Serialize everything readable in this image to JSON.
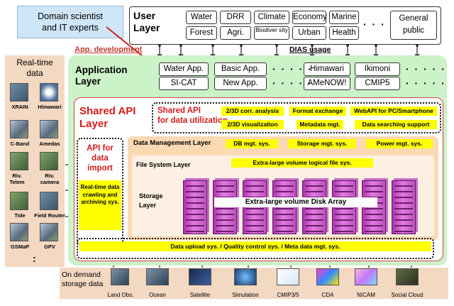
{
  "callout": {
    "line1": "Domain scientist",
    "line2": "and IT experts"
  },
  "user_layer": {
    "title_line1": "User",
    "title_line2": "Layer",
    "row1": [
      "Water",
      "DRR",
      "Climate",
      "Economy",
      "Marine"
    ],
    "row2": [
      "Forest",
      "Agri.",
      "Biodiver sity",
      "Urban",
      "Health"
    ],
    "dots": "· · · · ·",
    "general": "General public"
  },
  "dias_usage": "DIAS usage",
  "app_development": "App. development",
  "realtime": {
    "title_line1": "Real-time",
    "title_line2": "data",
    "items": [
      {
        "label": "XRAIN",
        "icon": "radar-photo"
      },
      {
        "label": "Himawari",
        "icon": "satellite-photo"
      },
      {
        "label": "C-Band",
        "icon": "radar-tower-photo"
      },
      {
        "label": "Amedas",
        "icon": "weather-station-photo"
      },
      {
        "label": "Riv. Telem",
        "icon": "river-photo"
      },
      {
        "label": "Riv. camera",
        "icon": "camera-photo"
      },
      {
        "label": "Tide",
        "icon": "tide-photo"
      },
      {
        "label": "Field Router",
        "icon": "router-photo"
      },
      {
        "label": "GSMaP",
        "icon": "server-photo"
      },
      {
        "label": "GPV",
        "icon": "server-photo"
      }
    ],
    "more": ":"
  },
  "application_layer": {
    "title_line1": "Application",
    "title_line2": "Layer",
    "row1": [
      "Water App.",
      "Basic App.",
      "Himawari",
      "Ikimoni"
    ],
    "row2": [
      "SI-CAT",
      "New App.",
      "AMeNOW!",
      "CMIP5"
    ],
    "dots": "· · · · ·"
  },
  "shared_api": {
    "title_line1": "Shared API",
    "title_line2": "Layer",
    "utilization_line1": "Shared API",
    "utilization_line2": "for data utilization",
    "tags": [
      "2/3D corr. analysis",
      "Format exchange",
      "WebAPI for PC/Smartphone",
      "2/3D visualization",
      "Metadata mgt.",
      "Data searching support"
    ]
  },
  "import": {
    "title_line1": "API for",
    "title_line2": "data",
    "title_line3": "import",
    "crawl": "Real-time data crawling and archiving sys."
  },
  "data_management": {
    "title": "Data Management Layer",
    "tags": [
      "DB mgt. sys.",
      "Storage mgt. sys.",
      "Power mgt. sys."
    ]
  },
  "file_system": {
    "title": "File System Layer",
    "tag": "Extra-large volume logical file sys."
  },
  "storage": {
    "title_line1": "Storage",
    "title_line2": "Layer",
    "disk": "Extra-large volume Disk Array",
    "rack_count": 8
  },
  "upload": "Data upload sys. / Quality control sys. / Meta data mgt. sys.",
  "on_demand": {
    "title_line1": "On demand",
    "title_line2": "storage data",
    "items": [
      "Land Obs.",
      "Ocean",
      "Satellite",
      "Simulation",
      "CMIP3/5",
      "CDA",
      "NICAM",
      "Social Cloud"
    ]
  },
  "colors": {
    "api_red": "#d11c1c",
    "highlight_yellow": "#ffff00",
    "app_green": "#ccf2c8",
    "callout_blue": "#cfe6f8",
    "storage_purple": "#c050c0"
  }
}
